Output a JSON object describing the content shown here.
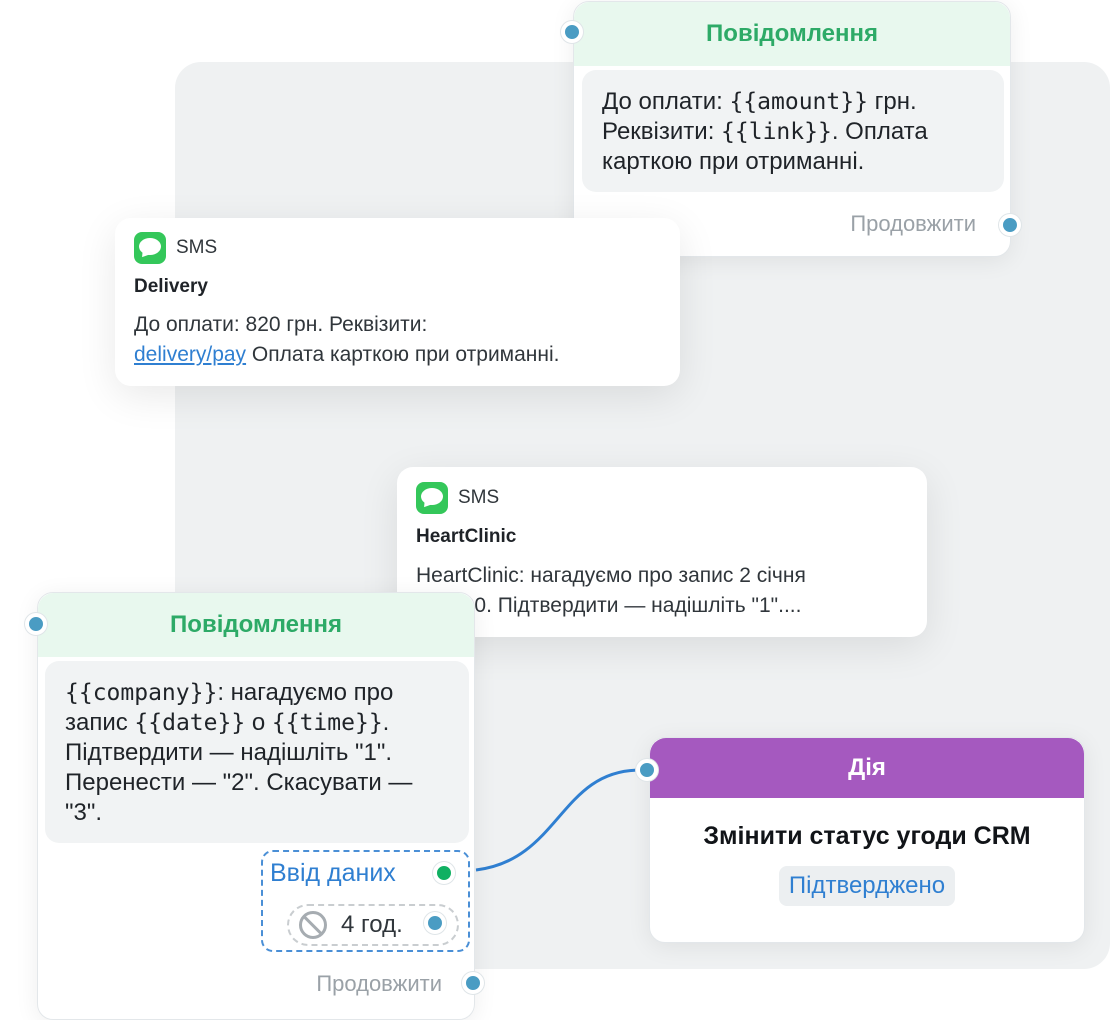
{
  "node_message_top": {
    "title": "Повідомлення",
    "line1_a": "До оплати: ",
    "line1_var": "{{amount}}",
    "line1_b": " грн.",
    "line2_a": "Реквізити: ",
    "line2_var": "{{link}}",
    "line2_b": ". Оплата",
    "line3": "карткою при отриманні.",
    "continue_label": "Продовжити"
  },
  "sms_delivery": {
    "channel": "SMS",
    "sender": "Delivery",
    "line1": "До оплати: 820 грн. Реквізити:",
    "link": "delivery/pay",
    "line2_rest": " Оплата карткою при отриманні."
  },
  "sms_heartclinic": {
    "channel": "SMS",
    "sender": "HeartClinic",
    "line1": "HeartClinic: нагадуємо про запис 2 січня",
    "line2": "о 14:00. Підтвердити — надішліть \"1\"...."
  },
  "node_message_bottom": {
    "title": "Повідомлення",
    "l1_var": "{{company}}",
    "l1_rest": ": нагадуємо про",
    "l2_a": "запис ",
    "l2_var1": "{{date}}",
    "l2_mid": " о ",
    "l2_var2": "{{time}}",
    "l2_end": ".",
    "line3": "Підтвердити — надішліть \"1\".",
    "line4": "Перенести — \"2\". Скасувати —",
    "line5": "\"3\".",
    "data_input_label": "Ввід даних",
    "timeout_label": "4 год.",
    "continue_label": "Продовжити"
  },
  "node_action": {
    "title": "Дія",
    "action_label": "Змінити статус угоди CRM",
    "status_value": "Підтверджено"
  },
  "colors": {
    "message_header_bg": "#e8f8ee",
    "message_header_text": "#2daa67",
    "action_header_bg": "#a559bf",
    "connector": "#2f7fd1",
    "port": "#4a9cc3",
    "port_success": "#10b062"
  }
}
